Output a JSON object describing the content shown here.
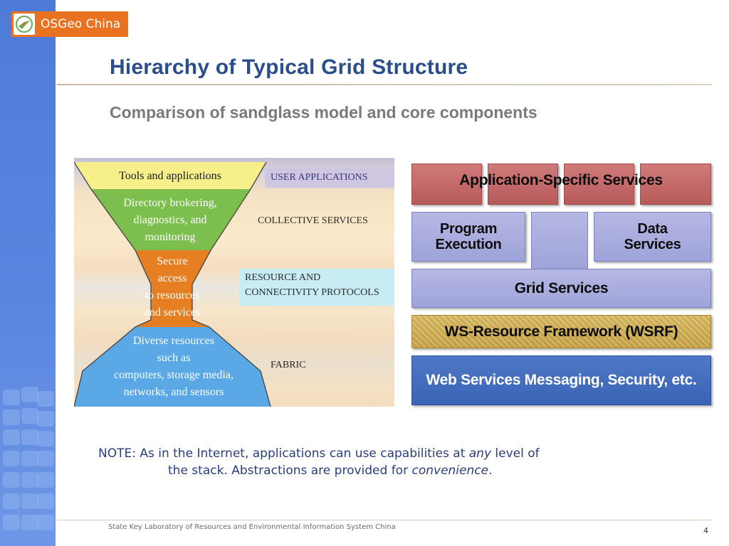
{
  "logo": {
    "text": "OSGeo China",
    "brand_color": "#e8721f"
  },
  "slide": {
    "title": "Hierarchy of Typical Grid Structure",
    "subtitle": "Comparison of sandglass model and core components",
    "title_color": "#2a4e8c"
  },
  "sandglass": {
    "top_layer": "Tools and applications",
    "collective_lines": [
      "Directory brokering,",
      "diagnostics, and",
      "monitoring"
    ],
    "resource_lines": [
      "Secure",
      "access",
      "to resources",
      "and services"
    ],
    "fabric_lines": [
      "Diverse resources",
      "such as",
      "computers, storage media,",
      "networks, and sensors"
    ],
    "side_labels": {
      "user_applications": "USER APPLICATIONS",
      "collective_services": "COLLECTIVE SERVICES",
      "resource_line1": "RESOURCE AND",
      "resource_line2": "CONNECTIVITY PROTOCOLS",
      "fabric": "FABRIC"
    },
    "colors": {
      "top": "#f7f08a",
      "collective": "#7cbf4e",
      "resource": "#e67e22",
      "fabric": "#5aa9e6"
    }
  },
  "stack": {
    "application_specific": "Application-Specific Services",
    "program_execution_1": "Program",
    "program_execution_2": "Execution",
    "data_services_1": "Data",
    "data_services_2": "Services",
    "grid_services": "Grid Services",
    "wsrf": "WS-Resource Framework (WSRF)",
    "messaging": "Web Services Messaging, Security, etc."
  },
  "note": {
    "prefix": "NOTE: As in the Internet, applications can use capabilities at ",
    "emph1": "any",
    "mid": " level of",
    "line2_prefix": "the stack. Abstractions are provided for ",
    "emph2": "convenience",
    "line2_suffix": "."
  },
  "footer": {
    "org": "State Key Laboratory of Resources and Environmental Information System China",
    "page": "4"
  }
}
